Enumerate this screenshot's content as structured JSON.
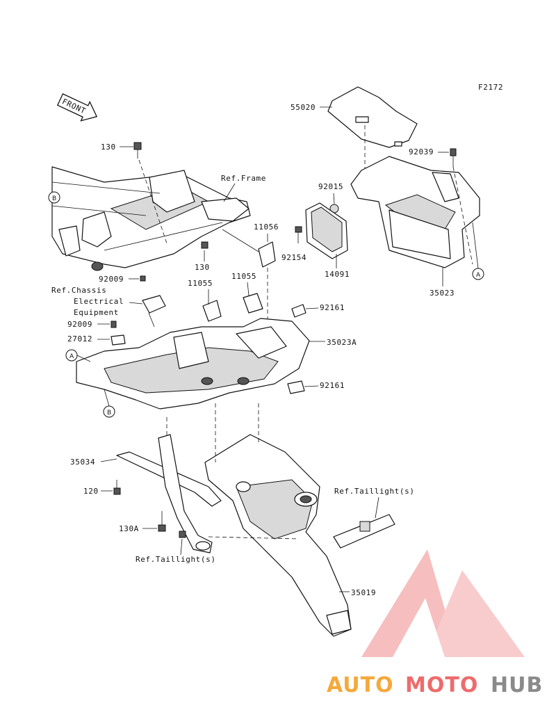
{
  "figure_id": "F2172",
  "front_label": "FRONT",
  "part_labels": {
    "p55020": "55020",
    "p92039": "92039",
    "p92015": "92015",
    "p11056": "11056",
    "p92154": "92154",
    "p14091": "14091",
    "p35023": "35023",
    "p130_top": "130",
    "p130_mid": "130",
    "p92009_a": "92009",
    "p92009_b": "92009",
    "p27012": "27012",
    "p11055_a": "11055",
    "p11055_b": "11055",
    "p92161_a": "92161",
    "p92161_b": "92161",
    "p35023A": "35023A",
    "p35034": "35034",
    "p120": "120",
    "p130A": "130A",
    "p35019": "35019"
  },
  "references": {
    "frame": "Ref.Frame",
    "chassis_1": "Ref.Chassis",
    "chassis_2": "Electrical",
    "chassis_3": "Equipment",
    "taillight_right": "Ref.Taillight(s)",
    "taillight_left": "Ref.Taillight(s)"
  },
  "markers": {
    "a1": "A",
    "a2": "A",
    "b1": "B",
    "b2": "B"
  },
  "watermark": {
    "part1": "AUTO",
    "part2": "MOTO",
    "part3": "HUB",
    "color_primary": "#f5a93a",
    "color_accent": "#ee6b6b",
    "color_dark": "#8a8a8a"
  }
}
